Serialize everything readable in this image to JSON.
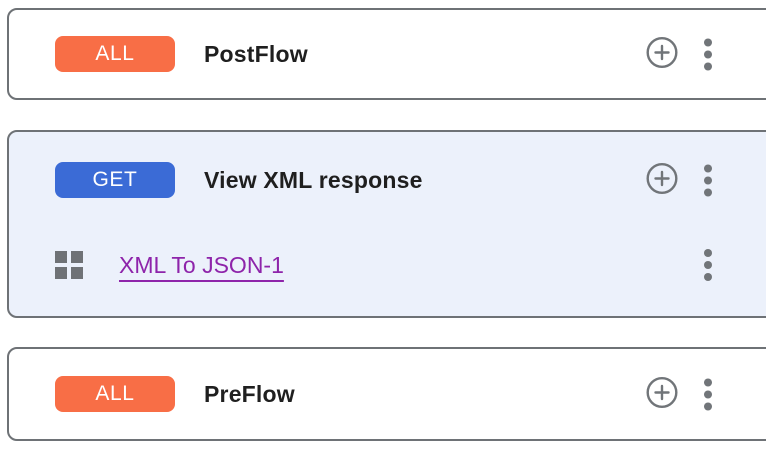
{
  "colors": {
    "card_border": "#6e7276",
    "flow_card_bg": "#ffffff",
    "selected_card_bg": "#ecf1fb",
    "badge_all_bg": "#f86e46",
    "badge_get_bg": "#3b6bd6",
    "badge_text": "#ffffff",
    "title_text": "#1f1f1f",
    "policy_link_text": "#8e24aa",
    "icon_gray": "#717579"
  },
  "cards": [
    {
      "badge": "ALL",
      "badge_color": "#f86e46",
      "title": "PostFlow"
    },
    {
      "badge": "GET",
      "badge_color": "#3b6bd6",
      "title": "View XML response",
      "policies": [
        {
          "name": "XML To JSON-1"
        }
      ]
    },
    {
      "badge": "ALL",
      "badge_color": "#f86e46",
      "title": "PreFlow"
    }
  ],
  "icons": {
    "add": "add-circle-icon",
    "menu": "kebab-menu-icon",
    "policy": "grid-icon"
  }
}
